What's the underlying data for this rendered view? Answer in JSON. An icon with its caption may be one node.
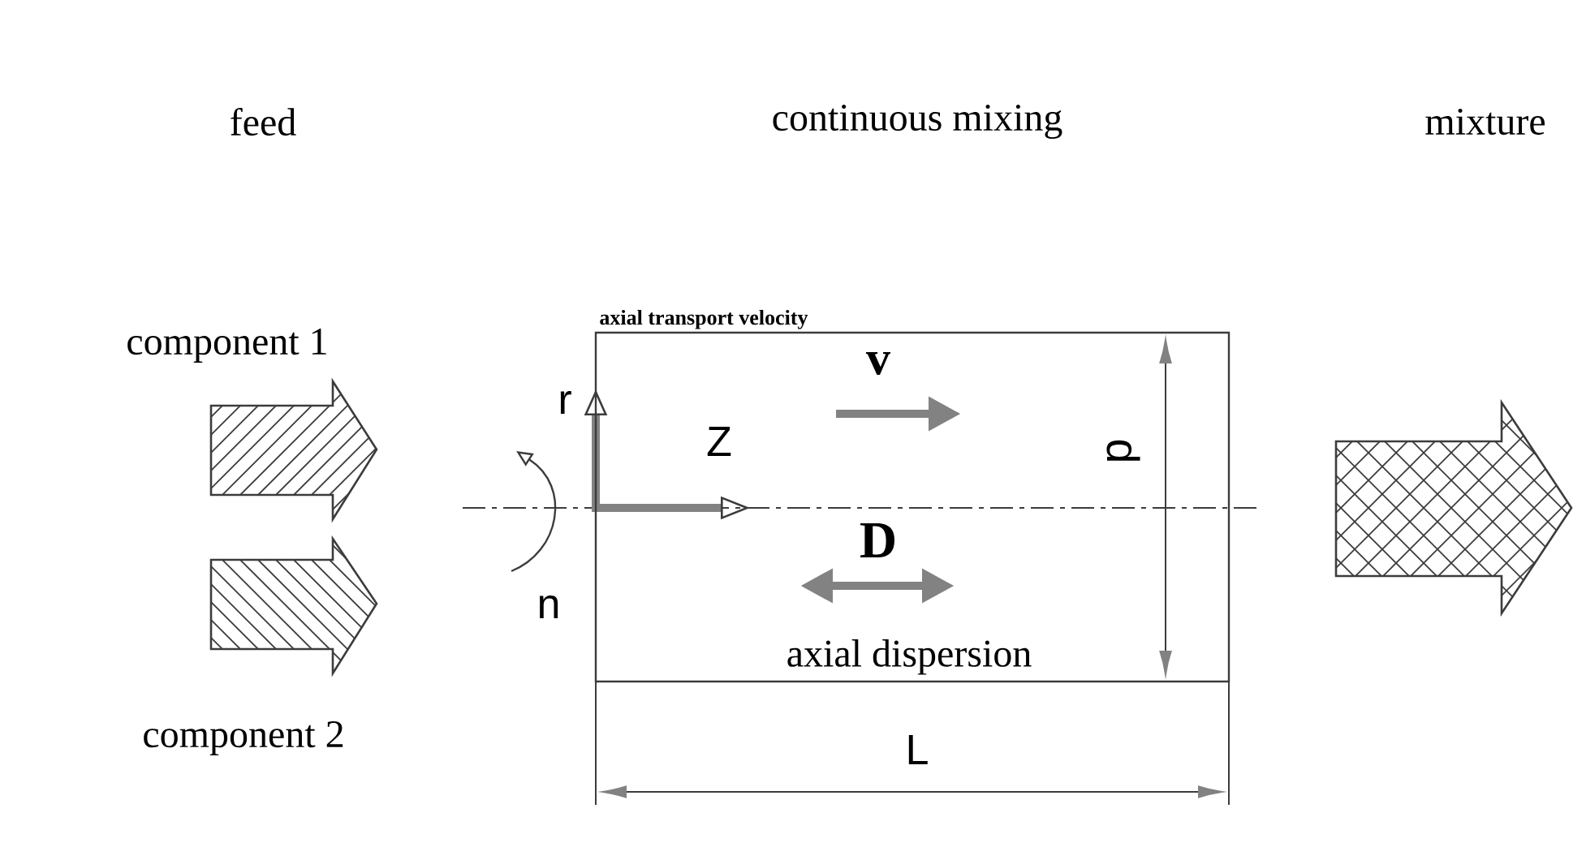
{
  "diagram": {
    "nodes": [
      {
        "text": [
          "axial transport velocity",
          "axial dispersion"
        ]
      }
    ],
    "labels": [
      "feed",
      "continuous mixing",
      "mixture",
      "component 1",
      "r",
      "v",
      "Z",
      "d",
      "D",
      "n",
      "component 2",
      "L"
    ]
  }
}
